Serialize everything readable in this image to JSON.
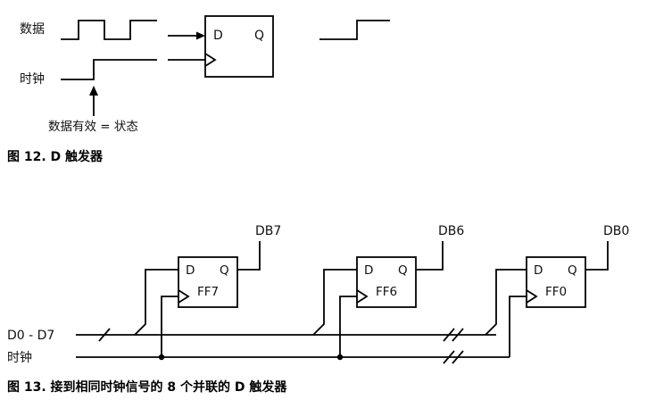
{
  "page": {
    "background": "#ffffff",
    "line_color": "#000000"
  },
  "fig12": {
    "data_label": "数据",
    "clock_label": "时钟",
    "valid_annotation": "数据有效 = 状态",
    "caption": "图 12. D 触发器",
    "flipflop": {
      "d_label": "D",
      "q_label": "Q"
    }
  },
  "fig13": {
    "bus_label": "D0 - D7",
    "clock_label": "时钟",
    "caption": "图 13. 接到相同时钟信号的 8 个并联的 D 触发器",
    "flipflops": [
      {
        "name": "FF7",
        "d_label": "D",
        "q_label": "Q",
        "output_label": "DB7"
      },
      {
        "name": "FF6",
        "d_label": "D",
        "q_label": "Q",
        "output_label": "DB6"
      },
      {
        "name": "FF0",
        "d_label": "D",
        "q_label": "Q",
        "output_label": "DB0"
      }
    ]
  }
}
